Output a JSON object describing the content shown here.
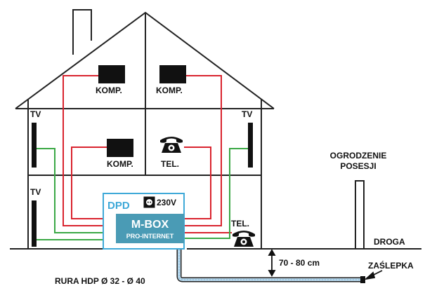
{
  "labels": {
    "komp_left": "KOMP.",
    "komp_right": "KOMP.",
    "komp_mid": "KOMP.",
    "tel_mid": "TEL.",
    "tel_right": "TEL.",
    "tv_left_upper": "TV",
    "tv_right_upper": "TV",
    "tv_left_lower": "TV",
    "dpd": "DPD",
    "power": "230V",
    "mbox_title": "M-BOX",
    "mbox_sub": "PRO-INTERNET",
    "fence_line1": "OGRODZENIE",
    "fence_line2": "POSESJI",
    "road": "DROGA",
    "depth": "70 - 80 cm",
    "end_cap": "ZAŚLEPKA",
    "pipe": "RURA HDP Ø 32 - Ø 40"
  },
  "colors": {
    "structure": "#222222",
    "lan_cable": "#d9232e",
    "tv_cable": "#3aa845",
    "dpd_box": "#3fa9d8",
    "mbox": "#4a9bb5",
    "pipe": "#b9d8ec"
  },
  "icons": [
    "computer-icon",
    "telephone-icon",
    "tv-icon",
    "power-socket-icon"
  ]
}
